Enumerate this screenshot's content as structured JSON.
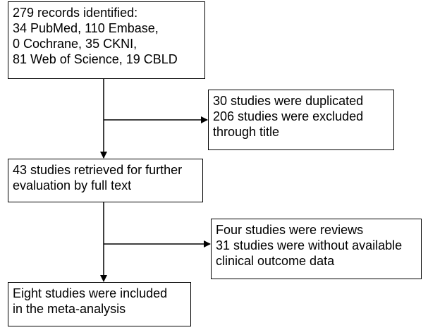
{
  "diagram": {
    "records_box": {
      "lines": [
        "279 records identified:",
        "34 PubMed, 110 Embase,",
        "0 Cochrane, 35 CKNI,",
        "81 Web of Science, 19 CBLD"
      ]
    },
    "excluded_first_box": {
      "lines": [
        "30 studies were duplicated",
        "206 studies were excluded",
        "through title"
      ]
    },
    "retrieved_box": {
      "lines": [
        "43 studies retrieved for further",
        "evaluation by full text"
      ]
    },
    "excluded_second_box": {
      "lines": [
        "Four studies were reviews",
        "31 studies were without available",
        "clinical outcome data"
      ]
    },
    "included_box": {
      "lines": [
        "Eight studies were included",
        "in the meta-analysis"
      ]
    },
    "line_color": "#000000"
  }
}
